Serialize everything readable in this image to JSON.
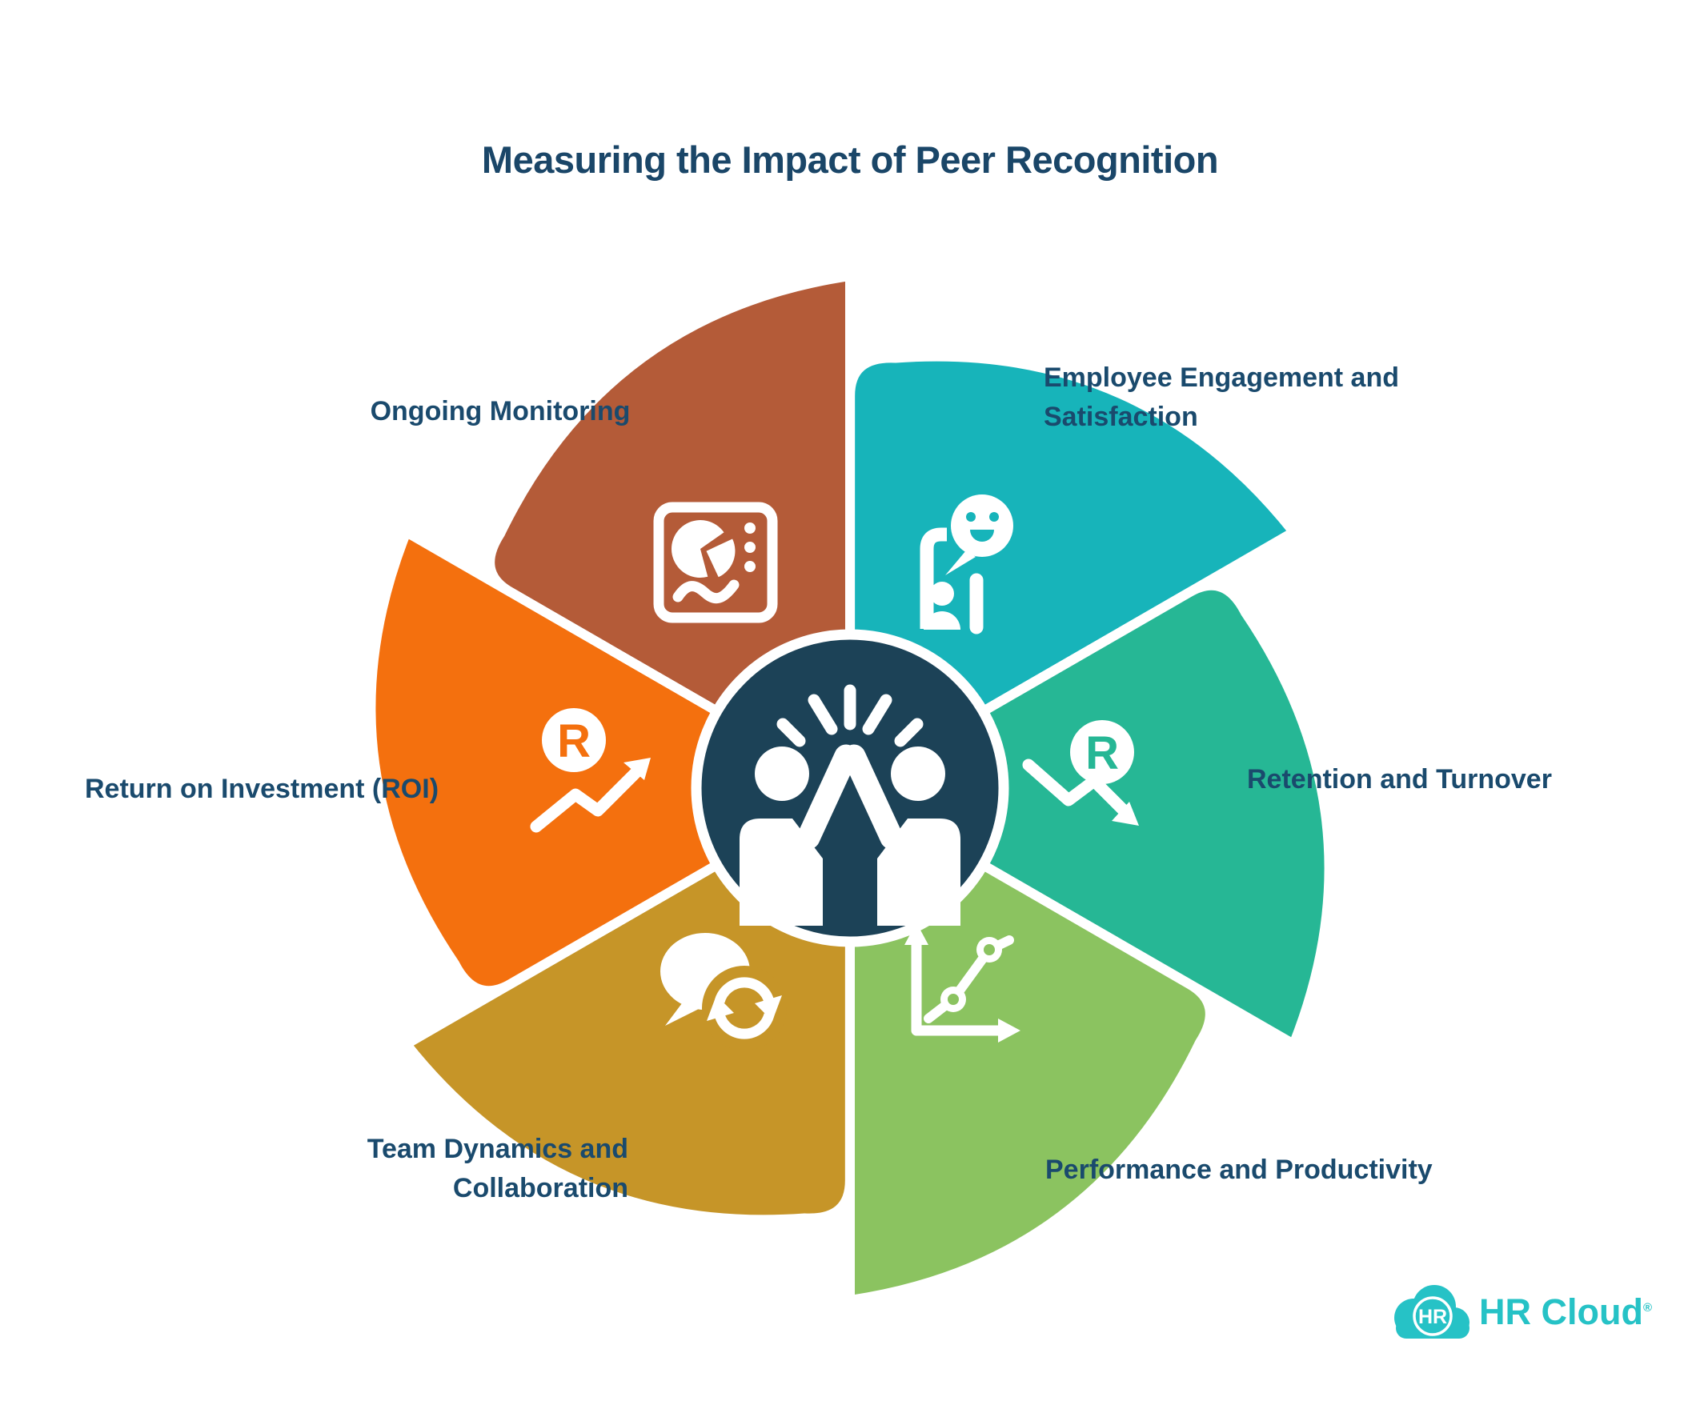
{
  "title": "Measuring the Impact of Peer Recognition",
  "center": {
    "icon": "high-five-icon",
    "color": "#1C4257",
    "ring_color": "#FFFFFF"
  },
  "segments": [
    {
      "id": "ongoing-monitoring",
      "label": "Ongoing Monitoring",
      "lines": [
        "Ongoing Monitoring"
      ],
      "color": "#B45B38",
      "icon": "dashboard-pie-icon"
    },
    {
      "id": "employee-engagement",
      "label": "Employee Engagement and Satisfaction",
      "lines": [
        "Employee Engagement and",
        "Satisfaction"
      ],
      "color": "#17B4BA",
      "icon": "person-feedback-smiley-icon"
    },
    {
      "id": "retention-turnover",
      "label": "Retention and Turnover",
      "lines": [
        "Retention and Turnover"
      ],
      "color": "#26B795",
      "icon": "retention-decline-arrow-icon",
      "letter": "R"
    },
    {
      "id": "performance-productivity",
      "label": "Performance and Productivity",
      "lines": [
        "Performance and Productivity"
      ],
      "color": "#8BC360",
      "icon": "growth-chart-axes-icon"
    },
    {
      "id": "team-dynamics",
      "label": "Team Dynamics and Collaboration",
      "lines": [
        "Team Dynamics and",
        "Collaboration"
      ],
      "color": "#C69528",
      "icon": "chat-sync-icon"
    },
    {
      "id": "roi",
      "label": "Return on Investment (ROI)",
      "lines": [
        "Return on Investment (ROI)"
      ],
      "color": "#F4700E",
      "icon": "roi-rising-arrow-icon",
      "letter": "R"
    }
  ],
  "text_color": "#1A4A6D",
  "logo": {
    "badge": "HR",
    "name": "HR Cloud",
    "mark": "®",
    "color": "#26C2C6"
  }
}
